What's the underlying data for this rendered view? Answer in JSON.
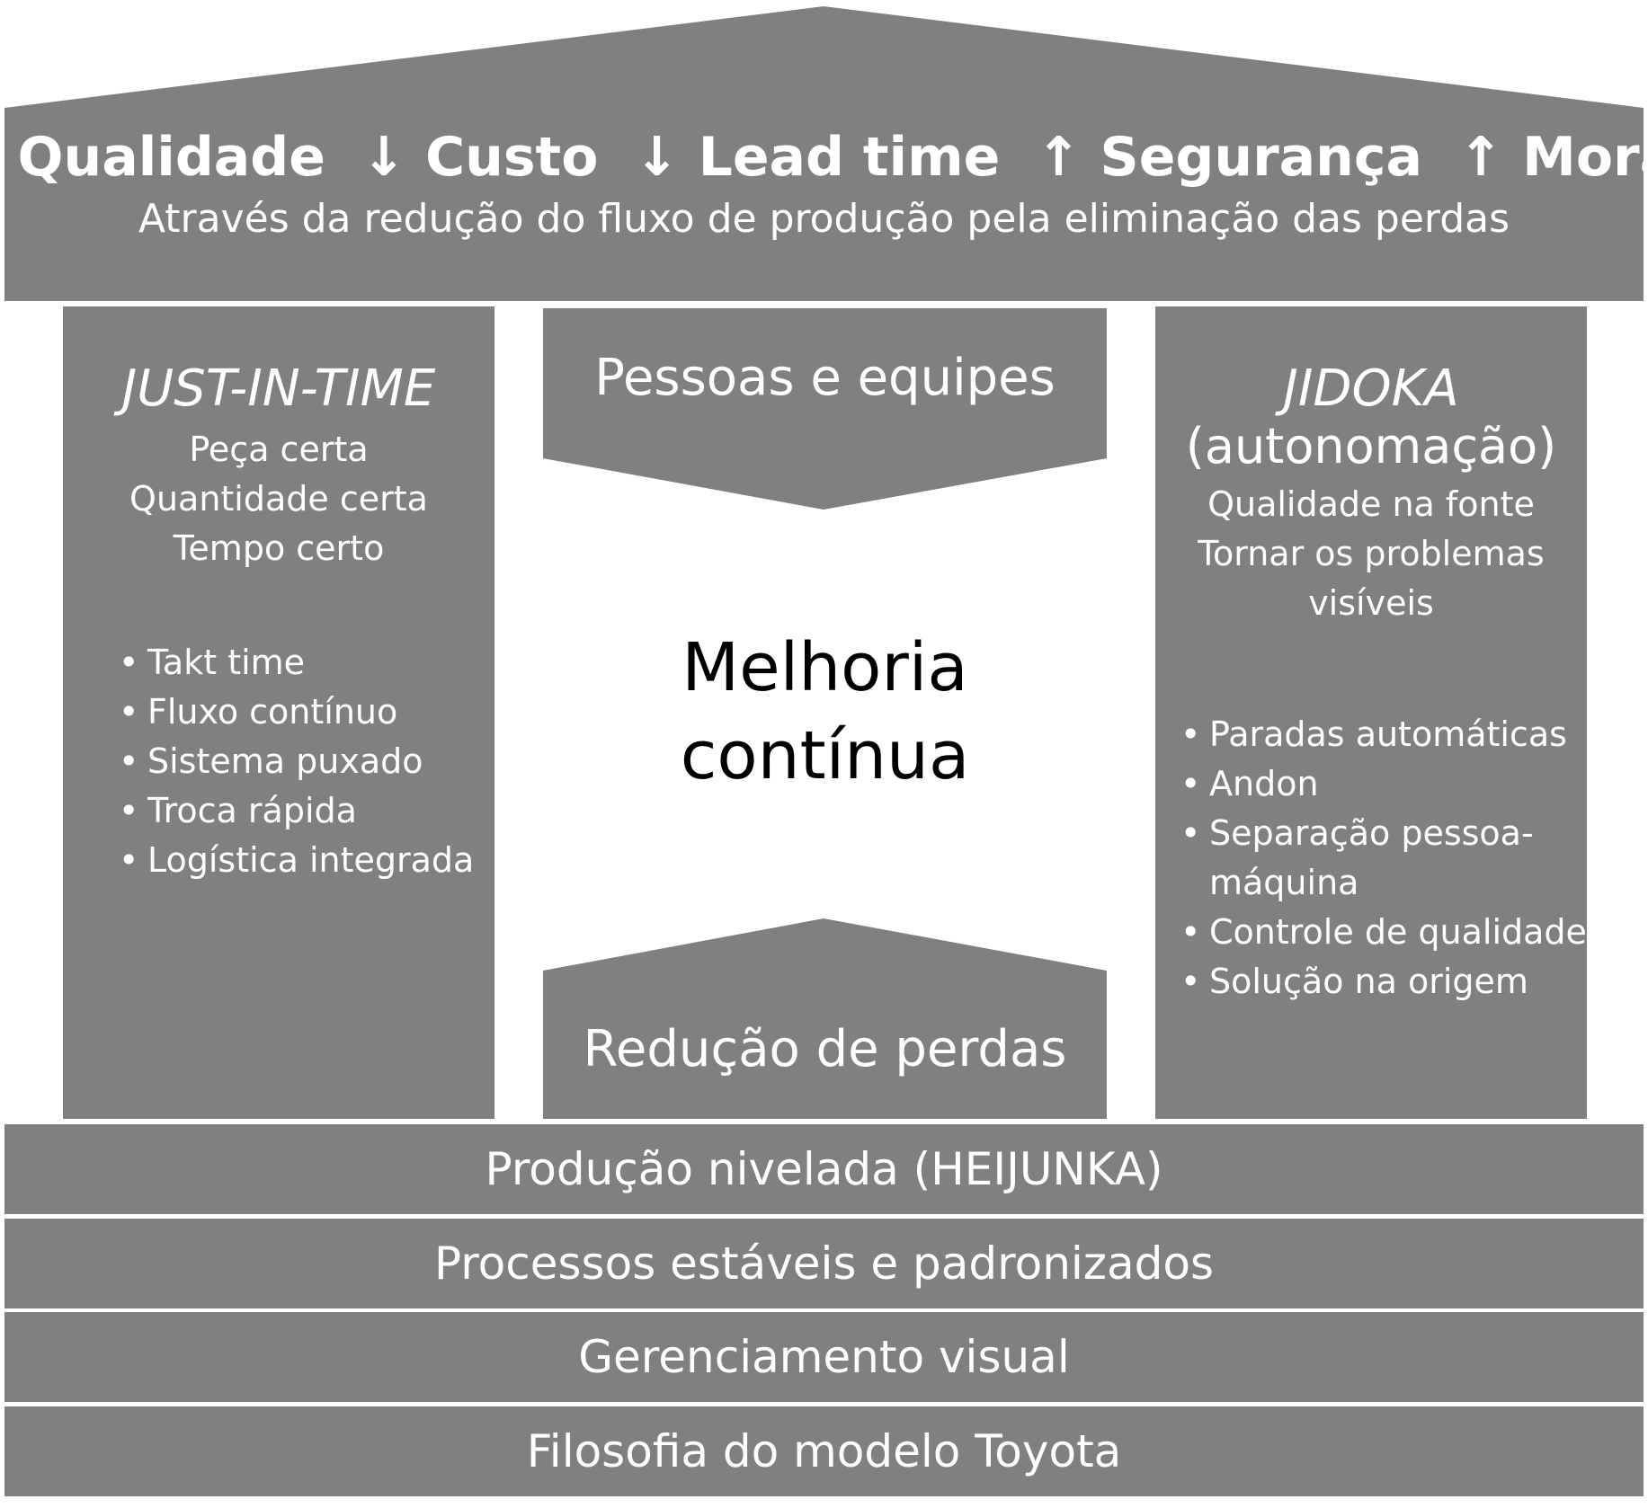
{
  "roof": {
    "goals": [
      {
        "arrow": "↑",
        "label": "Qualidade"
      },
      {
        "arrow": "↓",
        "label": "Custo"
      },
      {
        "arrow": "↓",
        "label": "Lead time"
      },
      {
        "arrow": "↑",
        "label": "Segurança"
      },
      {
        "arrow": "↑",
        "label": "Moral"
      }
    ],
    "subtitle": "Através da redução do fluxo de produção pela eliminação das perdas"
  },
  "left_pillar": {
    "title": "JUST-IN-TIME",
    "lines": [
      "Peça certa",
      "Quantidade certa",
      "Tempo certo"
    ],
    "bullets": [
      "Takt time",
      "Fluxo contínuo",
      "Sistema puxado",
      "Troca rápida",
      "Logística integrada"
    ]
  },
  "center": {
    "top_arrow": "Pessoas e equipes",
    "core_line1": "Melhoria",
    "core_line2": "contínua",
    "bottom_arrow": "Redução de perdas"
  },
  "right_pillar": {
    "title": "JIDOKA",
    "subtitle": "(autonomação)",
    "lines": [
      "Qualidade na fonte",
      "Tornar os problemas",
      "visíveis"
    ],
    "bullets": [
      "Paradas automáticas",
      "Andon",
      "Separação pessoa-",
      "máquina",
      "Controle de qualidade",
      "Solução na origem"
    ]
  },
  "foundation": [
    "Produção nivelada (HEIJUNKA)",
    "Processos estáveis e padronizados",
    "Gerenciamento visual",
    "Filosofia do modelo Toyota"
  ],
  "colors": {
    "block": "#808080",
    "text_light": "#ffffff",
    "text_dark": "#000000"
  }
}
